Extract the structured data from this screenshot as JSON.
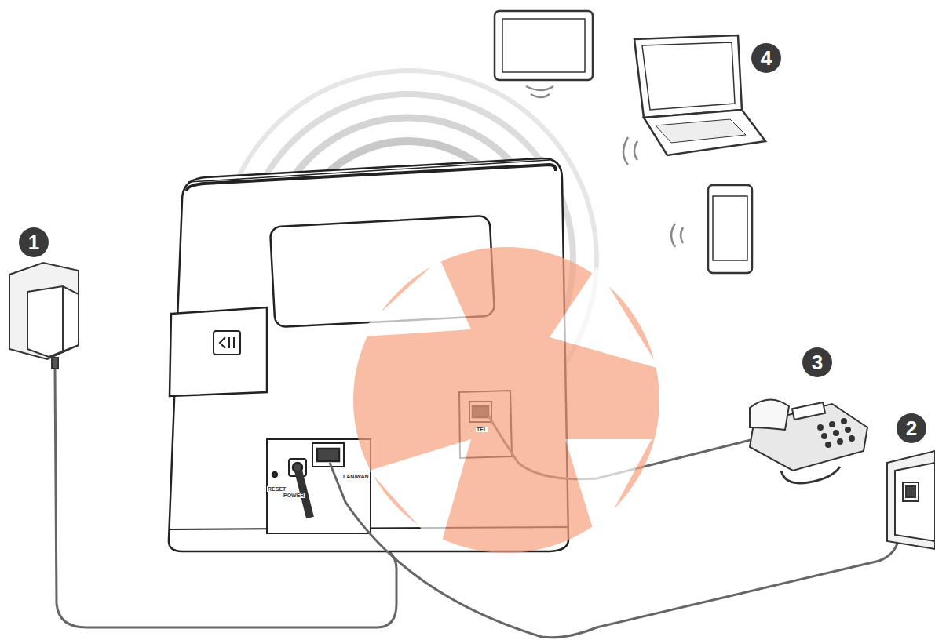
{
  "diagram": {
    "labels": [
      "1",
      "2",
      "3",
      "4",
      "RESET",
      "POWER",
      "LAN/WAN",
      "TEL"
    ]
  }
}
